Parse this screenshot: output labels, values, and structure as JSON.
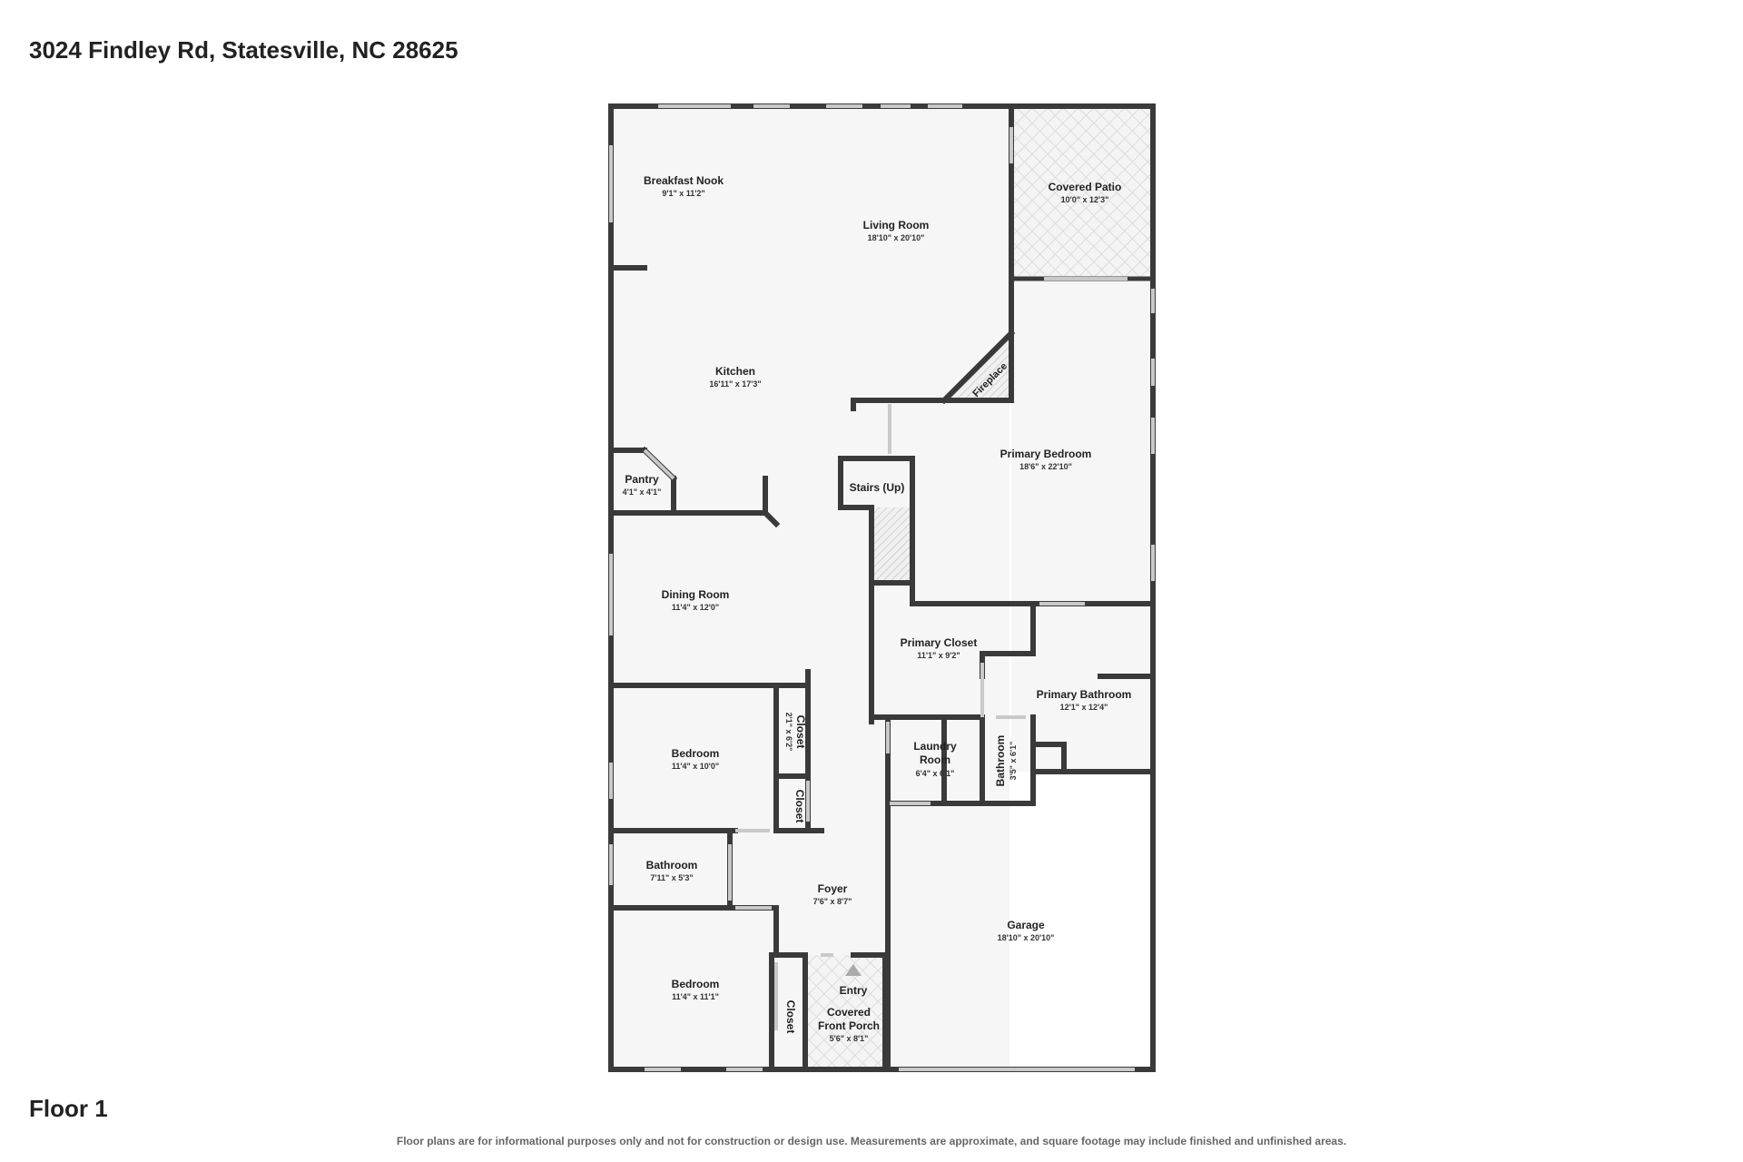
{
  "header": {
    "address": "3024 Findley Rd, Statesville, NC 28625"
  },
  "footer": {
    "floor_label": "Floor 1",
    "disclaimer": "Floor plans are for informational purposes only and not for construction or design use. Measurements are approximate, and square footage may include finished and unfinished areas."
  },
  "rooms": {
    "breakfast_nook": {
      "name": "Breakfast Nook",
      "dims": "9'1\" x 11'2\""
    },
    "living_room": {
      "name": "Living Room",
      "dims": "18'10\" x 20'10\""
    },
    "covered_patio": {
      "name": "Covered Patio",
      "dims": "10'0\" x 12'3\""
    },
    "kitchen": {
      "name": "Kitchen",
      "dims": "16'11\" x 17'3\""
    },
    "fireplace": {
      "name": "Fireplace"
    },
    "primary_bedroom": {
      "name": "Primary Bedroom",
      "dims": "18'6\" x 22'10\""
    },
    "pantry": {
      "name": "Pantry",
      "dims": "4'1\" x 4'1\""
    },
    "stairs": {
      "name": "Stairs (Up)"
    },
    "dining_room": {
      "name": "Dining Room",
      "dims": "11'4\" x 12'0\""
    },
    "primary_closet": {
      "name": "Primary Closet",
      "dims": "11'1\" x 9'2\""
    },
    "primary_bathroom": {
      "name": "Primary Bathroom",
      "dims": "12'1\" x 12'4\""
    },
    "bedroom_1": {
      "name": "Bedroom",
      "dims": "11'4\" x 10'0\""
    },
    "closet_1": {
      "name": "Closet",
      "dims": "2'1\" x 6'2\""
    },
    "closet_2": {
      "name": "Closet"
    },
    "laundry": {
      "name_line1": "Laundry",
      "name_line2": "Room",
      "dims": "6'4\" x 6'1\""
    },
    "bathroom_small": {
      "name": "Bathroom",
      "dims": "3'5\" x 6'1\""
    },
    "bathroom_2": {
      "name": "Bathroom",
      "dims": "7'11\" x 5'3\""
    },
    "foyer": {
      "name": "Foyer",
      "dims": "7'6\" x 8'7\""
    },
    "garage": {
      "name": "Garage",
      "dims": "18'10\" x 20'10\""
    },
    "bedroom_2": {
      "name": "Bedroom",
      "dims": "11'4\" x 11'1\""
    },
    "closet_3": {
      "name": "Closet"
    },
    "entry": {
      "name": "Entry"
    },
    "front_porch": {
      "name_line1": "Covered",
      "name_line2": "Front Porch",
      "dims": "5'6\" x 8'1\""
    }
  }
}
